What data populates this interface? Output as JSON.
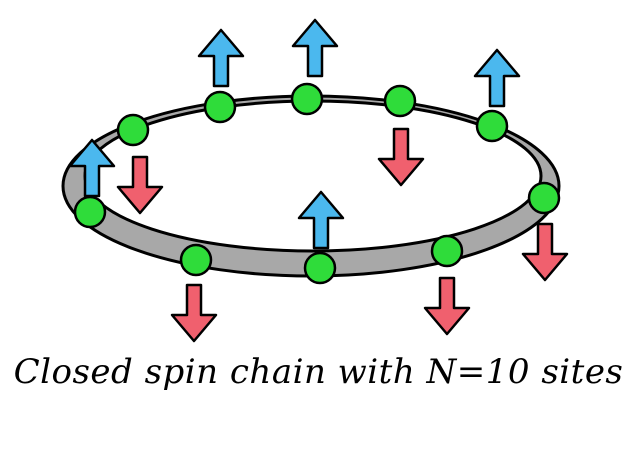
{
  "caption": "Closed spin chain with N=10 sites",
  "colors": {
    "ring_fill": "#a8a8a8",
    "ring_stroke": "#000000",
    "site_fill": "#2fdc3a",
    "spin_up": "#4bb8ee",
    "spin_down": "#f0606e"
  },
  "sites": [
    {
      "label": "site-1",
      "spin": "up"
    },
    {
      "label": "site-2",
      "spin": "down"
    },
    {
      "label": "site-3",
      "spin": "up"
    },
    {
      "label": "site-4",
      "spin": "up"
    },
    {
      "label": "site-5",
      "spin": "down"
    },
    {
      "label": "site-6",
      "spin": "up"
    },
    {
      "label": "site-7",
      "spin": "down"
    },
    {
      "label": "site-8",
      "spin": "down"
    },
    {
      "label": "site-9",
      "spin": "up"
    },
    {
      "label": "site-10",
      "spin": "down"
    }
  ]
}
